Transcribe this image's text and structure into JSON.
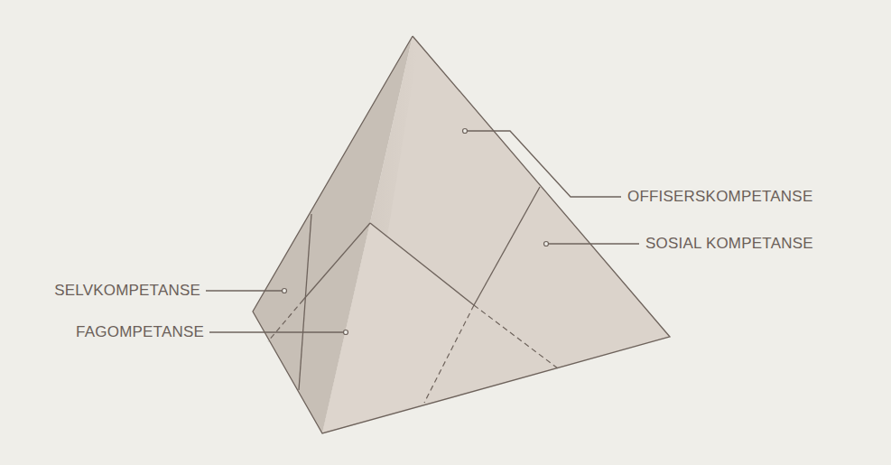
{
  "diagram": {
    "labels": [
      "OFFISERSKOMPETANSE",
      "SOSIAL KOMPETANSE",
      "SELVKOMPETANSE",
      "FAGOMPETANSE"
    ]
  }
}
